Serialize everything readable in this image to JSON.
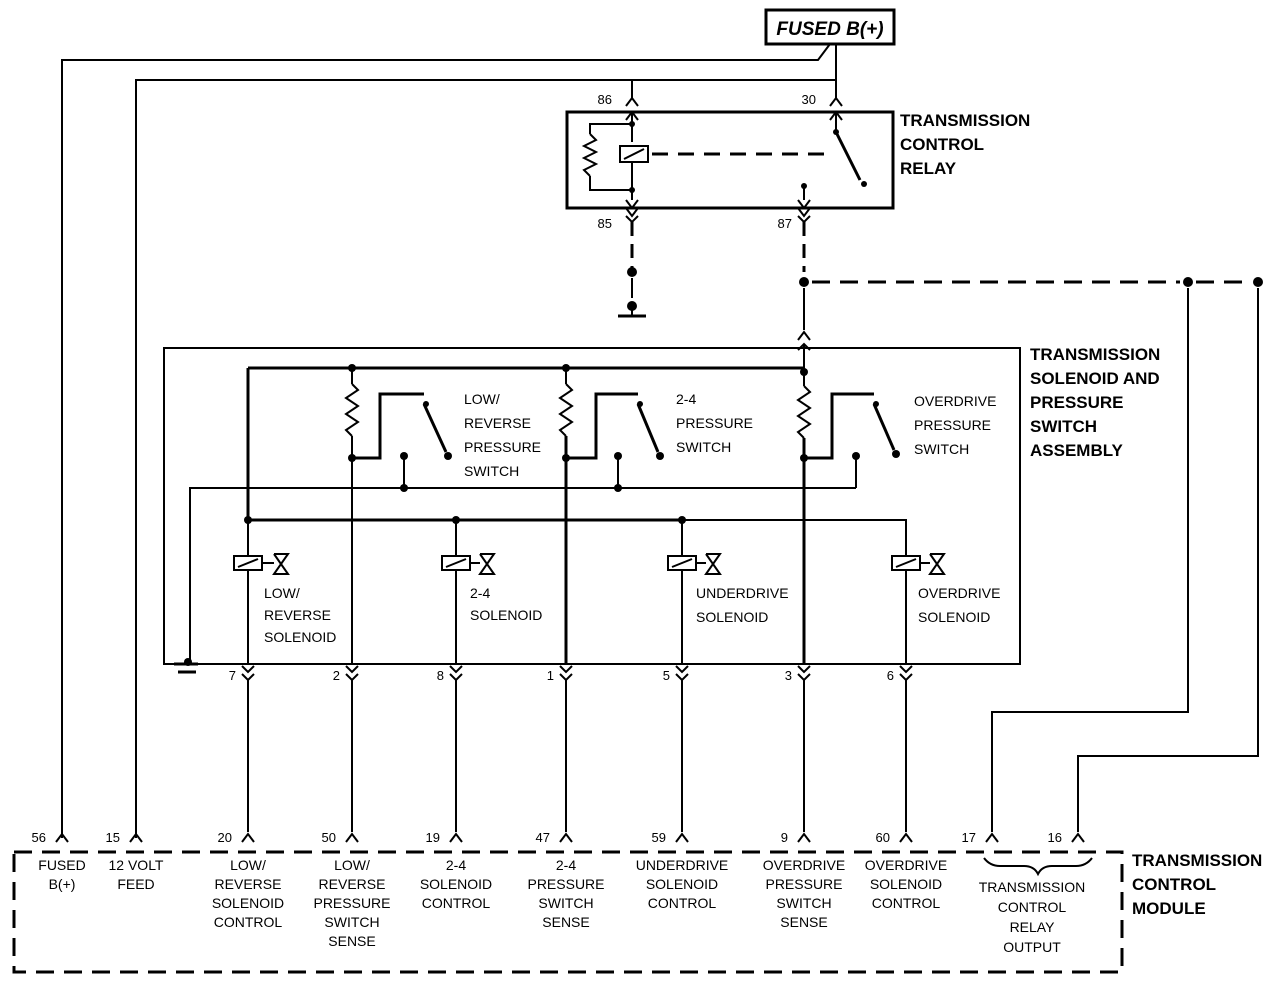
{
  "power_label": "FUSED B(+)",
  "relay": {
    "title_lines": [
      "TRANSMISSION",
      "CONTROL",
      "RELAY"
    ],
    "pins": [
      "86",
      "30",
      "85",
      "87"
    ]
  },
  "assembly": {
    "title_lines": [
      "TRANSMISSION",
      "SOLENOID AND",
      "PRESSURE",
      "SWITCH",
      "ASSEMBLY"
    ],
    "switches": [
      {
        "lines": [
          "LOW/",
          "REVERSE",
          "PRESSURE",
          "SWITCH"
        ]
      },
      {
        "lines": [
          "2-4",
          "PRESSURE",
          "SWITCH"
        ]
      },
      {
        "lines": [
          "OVERDRIVE",
          "PRESSURE",
          "SWITCH"
        ]
      }
    ],
    "solenoids": [
      {
        "lines": [
          "LOW/",
          "REVERSE",
          "SOLENOID"
        ]
      },
      {
        "lines": [
          "2-4",
          "SOLENOID"
        ]
      },
      {
        "lines": [
          "UNDERDRIVE",
          "SOLENOID"
        ]
      },
      {
        "lines": [
          "OVERDRIVE",
          "SOLENOID"
        ]
      }
    ],
    "connector_pins": [
      "7",
      "2",
      "8",
      "1",
      "5",
      "3",
      "6"
    ]
  },
  "module": {
    "title_lines": [
      "TRANSMISSION",
      "CONTROL",
      "MODULE"
    ],
    "terminals": [
      {
        "pin": "56",
        "lines": [
          "FUSED",
          "B(+)"
        ]
      },
      {
        "pin": "15",
        "lines": [
          "12 VOLT",
          "FEED"
        ]
      },
      {
        "pin": "20",
        "lines": [
          "LOW/",
          "REVERSE",
          "SOLENOID",
          "CONTROL"
        ]
      },
      {
        "pin": "50",
        "lines": [
          "LOW/",
          "REVERSE",
          "PRESSURE",
          "SWITCH",
          "SENSE"
        ]
      },
      {
        "pin": "19",
        "lines": [
          "2-4",
          "SOLENOID",
          "CONTROL"
        ]
      },
      {
        "pin": "47",
        "lines": [
          "2-4",
          "PRESSURE",
          "SWITCH",
          "SENSE"
        ]
      },
      {
        "pin": "59",
        "lines": [
          "UNDERDRIVE",
          "SOLENOID",
          "CONTROL"
        ]
      },
      {
        "pin": "9",
        "lines": [
          "OVERDRIVE",
          "PRESSURE",
          "SWITCH",
          "SENSE"
        ]
      },
      {
        "pin": "60",
        "lines": [
          "OVERDRIVE",
          "SOLENOID",
          "CONTROL"
        ]
      },
      {
        "pin": "17",
        "lines": []
      },
      {
        "pin": "16",
        "lines": []
      }
    ],
    "relay_output_lines": [
      "TRANSMISSION",
      "CONTROL",
      "RELAY",
      "OUTPUT"
    ]
  }
}
